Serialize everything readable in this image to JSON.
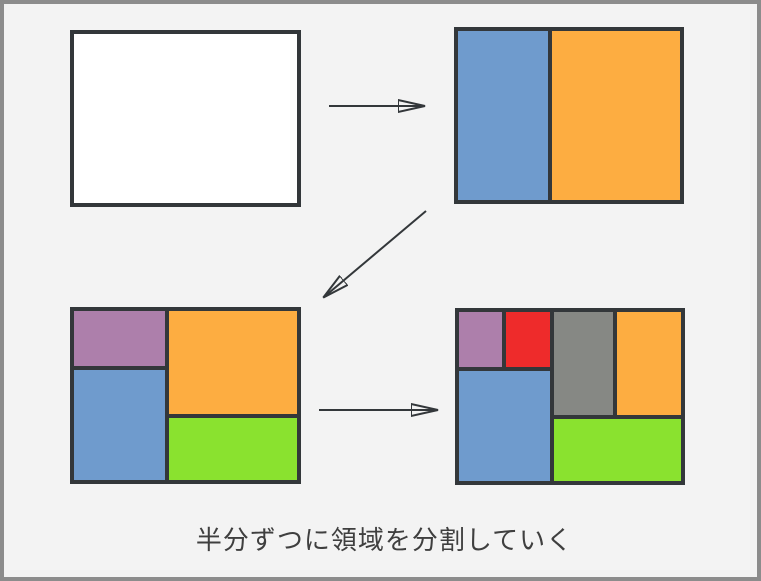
{
  "caption": "半分ずつに領域を分割していく",
  "colors": {
    "background": "#f3f3f3",
    "frame": "#8c8c8c",
    "border": "#33373a",
    "empty": "#ffffff",
    "blue": "#6f9bcd",
    "orange": "#fdad41",
    "purple": "#ad7fab",
    "green": "#8ae22f",
    "red": "#ee2b2b",
    "gray": "#868884"
  },
  "stages": [
    {
      "name": "stage-1-undivided",
      "regions": [
        "empty"
      ]
    },
    {
      "name": "stage-2-halved",
      "regions": [
        "blue",
        "orange"
      ]
    },
    {
      "name": "stage-3-quartered",
      "regions": [
        "purple",
        "blue",
        "orange",
        "green"
      ]
    },
    {
      "name": "stage-4-subdivided",
      "regions": [
        "purple",
        "red",
        "blue",
        "gray",
        "orange",
        "green"
      ]
    }
  ]
}
